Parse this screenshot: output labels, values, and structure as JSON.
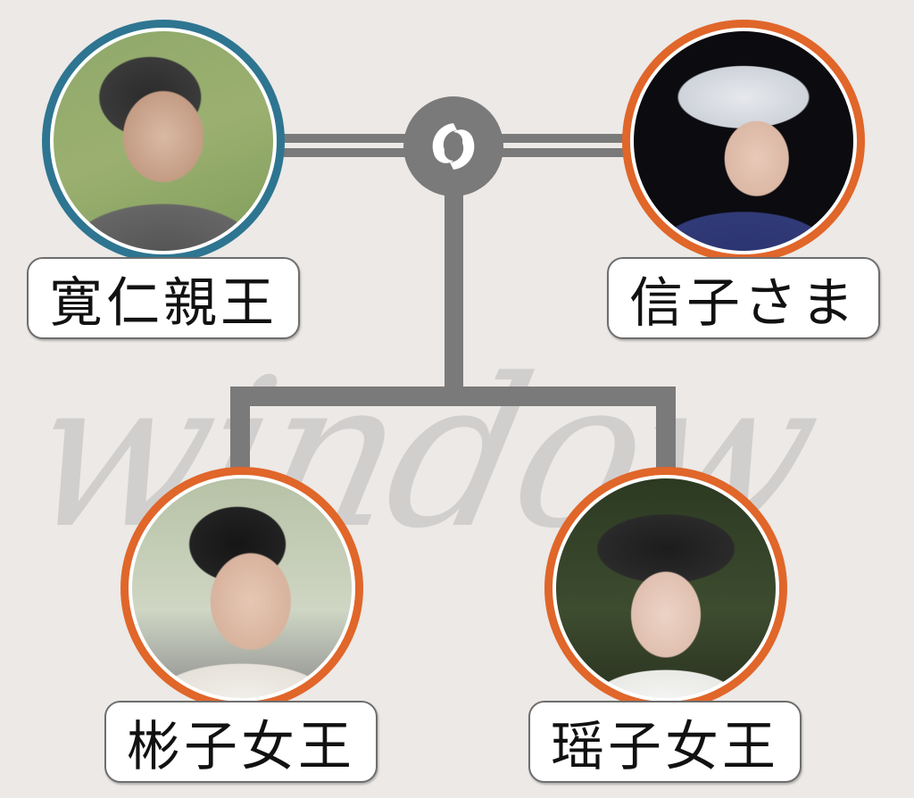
{
  "diagram": {
    "type": "family-tree",
    "watermark": "window",
    "colors": {
      "background": "#ece9e6",
      "connector": "#7a7a7a",
      "male_ring": "#2e7591",
      "female_ring": "#e0662a"
    },
    "marriage_icon": "marriage-rings-icon",
    "parents": [
      {
        "id": "father",
        "name": "寛仁親王",
        "gender": "male"
      },
      {
        "id": "mother",
        "name": "信子さま",
        "gender": "female"
      }
    ],
    "children": [
      {
        "id": "child1",
        "name": "彬子女王",
        "gender": "female"
      },
      {
        "id": "child2",
        "name": "瑶子女王",
        "gender": "female"
      }
    ]
  }
}
